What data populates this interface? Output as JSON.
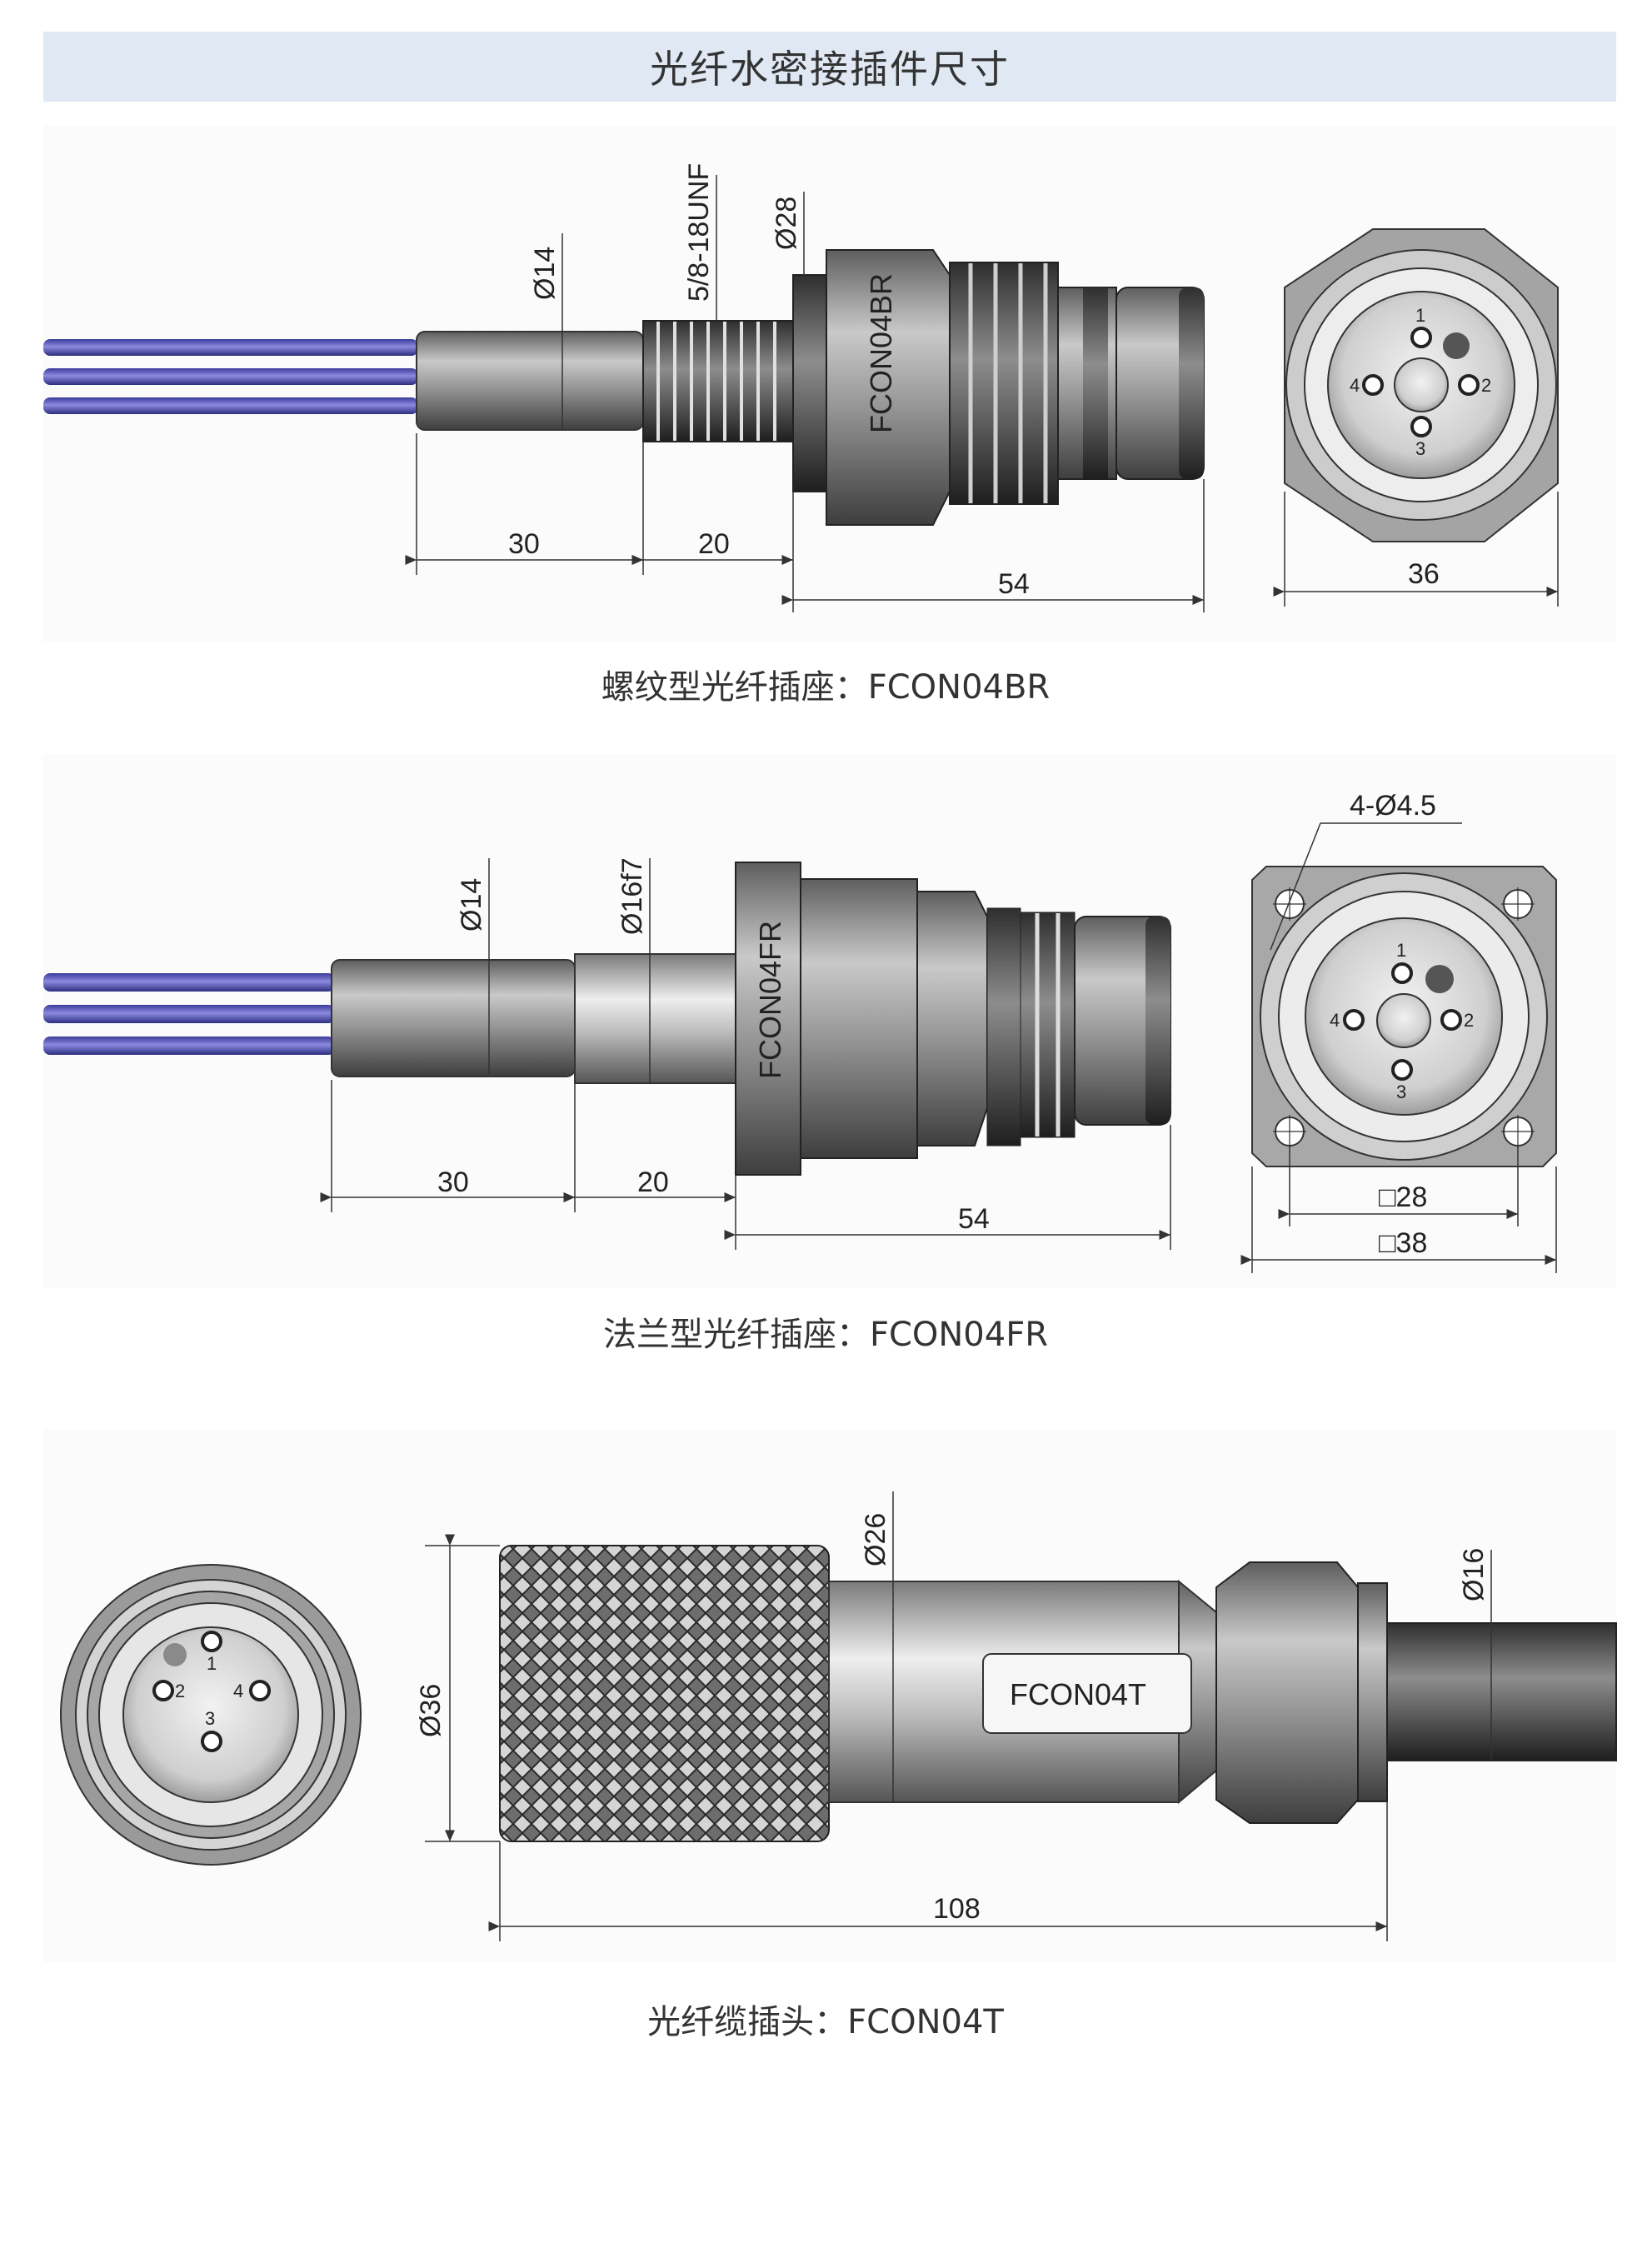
{
  "header": {
    "title": "光纤水密接插件尺寸"
  },
  "section1": {
    "caption": "螺纹型光纤插座：FCON04BR",
    "body_marking": "FCON04BR",
    "dims": {
      "d14": "Ø14",
      "thread": "5/8-18UNF",
      "d28": "Ø28",
      "l30": "30",
      "l20": "20",
      "l54": "54",
      "w36": "36"
    },
    "pins": [
      "1",
      "2",
      "3",
      "4"
    ]
  },
  "section2": {
    "caption": "法兰型光纤插座：FCON04FR",
    "body_marking": "FCON04FR",
    "dims": {
      "d14": "Ø14",
      "d16f7": "Ø16f7",
      "holes": "4-Ø4.5",
      "l30": "30",
      "l20": "20",
      "l54": "54",
      "sq28": "□28",
      "sq38": "□38"
    },
    "pins": [
      "1",
      "2",
      "3",
      "4"
    ]
  },
  "section3": {
    "caption": "光纤缆插头：FCON04T",
    "body_marking": "FCON04T",
    "dims": {
      "d26": "Ø26",
      "d36": "Ø36",
      "d16": "Ø16",
      "l108": "108"
    },
    "pins": [
      "1",
      "2",
      "3",
      "4"
    ]
  }
}
